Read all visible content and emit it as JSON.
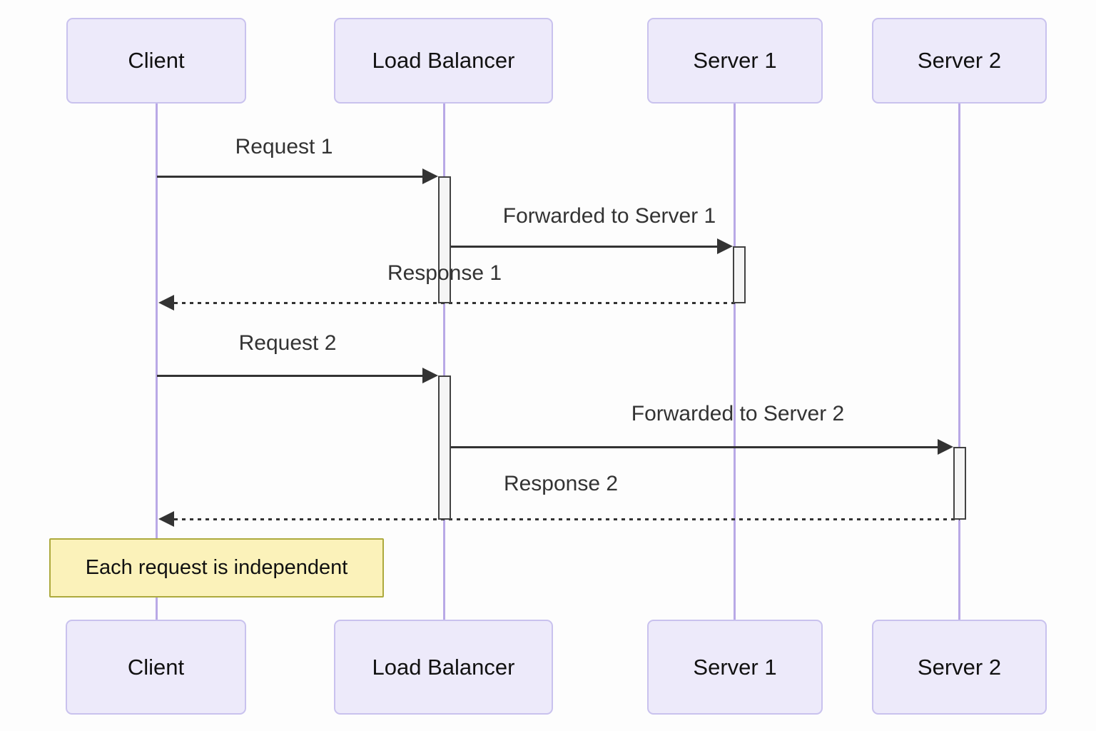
{
  "diagram": {
    "type": "sequence-diagram",
    "background_color": "#fdfdfd",
    "colors": {
      "actor_fill": "#edeafa",
      "actor_border": "#c9c2ee",
      "lifeline": "#b9a9e6",
      "activation_fill": "#f5f5f5",
      "activation_border": "#424242",
      "message_line": "#333333",
      "message_text": "#333333",
      "note_fill": "#fbf2ba",
      "note_border": "#adaa3e"
    },
    "actors": [
      {
        "name": "Client"
      },
      {
        "name": "Load Balancer"
      },
      {
        "name": "Server 1"
      },
      {
        "name": "Server 2"
      }
    ],
    "messages": [
      {
        "label": "Request 1",
        "from": "Client",
        "to": "Load Balancer",
        "line_style": "solid"
      },
      {
        "label": "Forwarded to Server 1",
        "from": "Load Balancer",
        "to": "Server 1",
        "line_style": "solid"
      },
      {
        "label": "Response 1",
        "from": "Server 1",
        "to": "Client",
        "line_style": "dotted"
      },
      {
        "label": "Request 2",
        "from": "Client",
        "to": "Load Balancer",
        "line_style": "solid"
      },
      {
        "label": "Forwarded to Server 2",
        "from": "Load Balancer",
        "to": "Server 2",
        "line_style": "solid"
      },
      {
        "label": "Response 2",
        "from": "Server 2",
        "to": "Client",
        "line_style": "dotted"
      }
    ],
    "note": {
      "text": "Each request is independent",
      "over": "Client"
    }
  }
}
